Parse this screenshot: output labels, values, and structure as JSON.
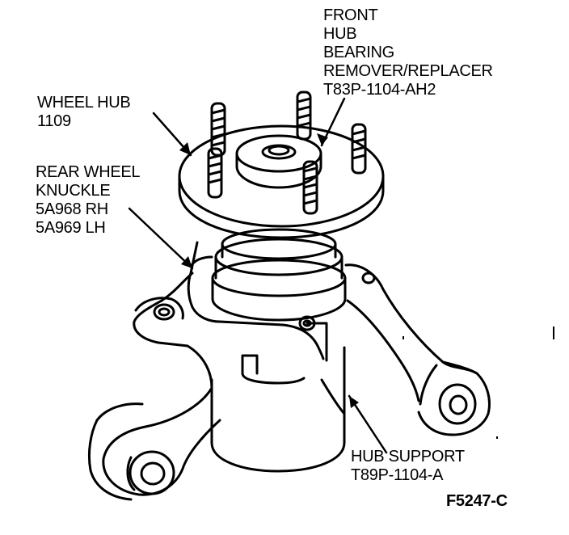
{
  "labels": {
    "remover": [
      "FRONT",
      "HUB",
      "BEARING",
      "REMOVER/REPLACER",
      "T83P-1104-AH2"
    ],
    "wheel_hub": [
      "WHEEL HUB",
      "1109"
    ],
    "knuckle": [
      "REAR WHEEL",
      "KNUCKLE",
      "5A968 RH",
      "5A969 LH"
    ],
    "hub_support": [
      "HUB SUPPORT",
      "T89P-1104-A"
    ],
    "figure_id": "F5247-C"
  },
  "colors": {
    "ink": "#000000",
    "paper": "#ffffff"
  }
}
